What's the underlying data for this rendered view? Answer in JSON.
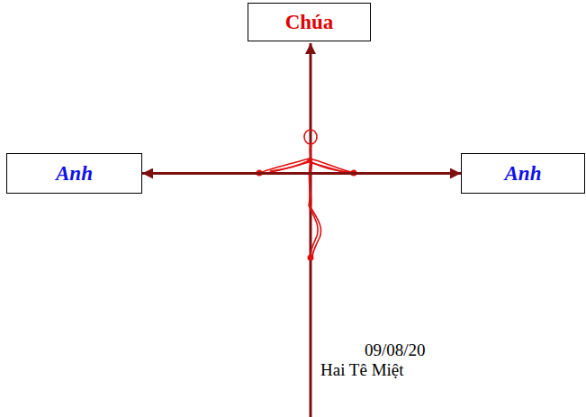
{
  "diagram": {
    "nodes": [
      {
        "text": [
          "Chúa"
        ]
      },
      {
        "text": [
          "Anh"
        ]
      },
      {
        "text": [
          "Anh"
        ]
      }
    ],
    "edges": [
      {
        "from": 1,
        "to": 2,
        "arrow": "both"
      }
    ],
    "labels": [
      "09/08/20",
      "Hai Tê Miệt"
    ]
  }
}
